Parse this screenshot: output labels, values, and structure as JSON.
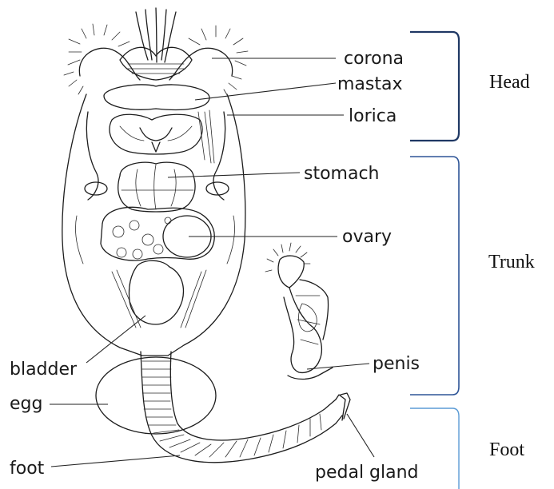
{
  "labels": {
    "corona": "corona",
    "mastax": "mastax",
    "lorica": "lorica",
    "stomach": "stomach",
    "ovary": "ovary",
    "penis": "penis",
    "bladder": "bladder",
    "egg": "egg",
    "foot": "foot",
    "pedal_gland": "pedal gland"
  },
  "sections": {
    "head": "Head",
    "trunk": "Trunk",
    "foot": "Foot"
  },
  "colors": {
    "head_bracket": "#1f3864",
    "trunk_bracket": "#2e5597",
    "foot_bracket": "#5b9bd5",
    "ink": "#1c1c1c"
  }
}
